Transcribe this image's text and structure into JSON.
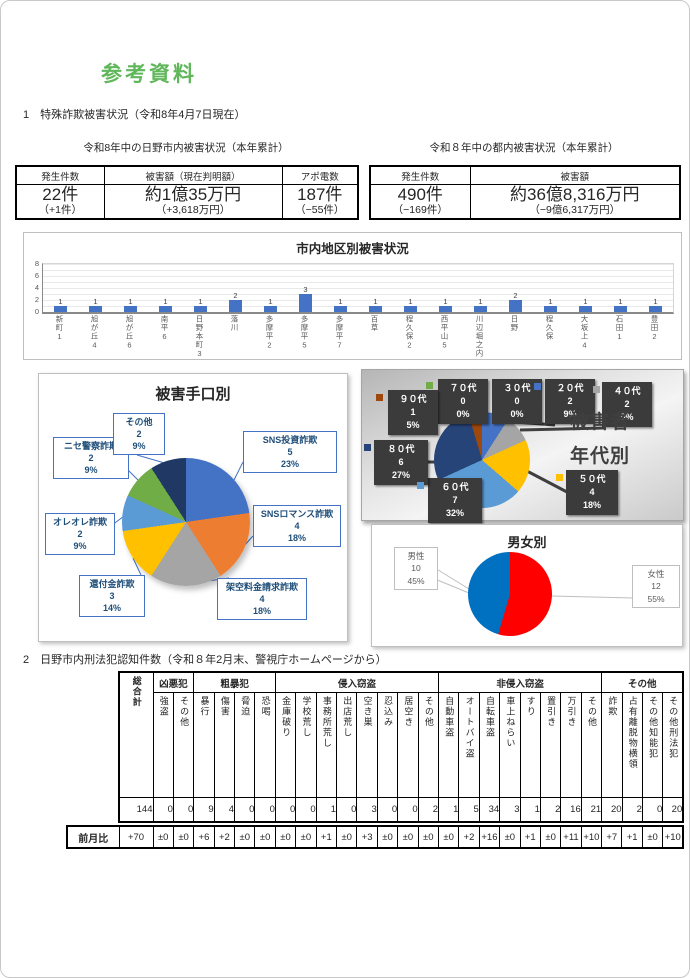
{
  "page": {
    "title": "参考資料"
  },
  "section1": {
    "heading": "1　特殊詐欺被害状況（令和8年4月7日現在）",
    "left_table": {
      "caption": "令和8年中の日野市内被害状況（本年累計）",
      "columns": [
        {
          "header": "発生件数",
          "main": "22件",
          "sub": "（+1件）"
        },
        {
          "header": "被害額（現在判明額）",
          "main": "約1億35万円",
          "sub": "（+3,618万円）"
        },
        {
          "header": "アポ電数",
          "main": "187件",
          "sub": "（−55件）"
        }
      ]
    },
    "right_table": {
      "caption": "令和８年中の都内被害状況（本年累計）",
      "columns": [
        {
          "header": "発生件数",
          "main": "490件",
          "sub": "（−169件）"
        },
        {
          "header": "被害額",
          "main": "約36億8,316万円",
          "sub": "（−9億6,317万円）"
        }
      ]
    }
  },
  "chart_data": [
    {
      "type": "bar",
      "title": "市内地区別被害状況",
      "categories": [
        "新町1",
        "旭が丘4",
        "旭が丘6",
        "南平6",
        "日野本町3",
        "落川",
        "多摩平2",
        "多摩平5",
        "多摩平7",
        "百草",
        "程久保2",
        "西平山5",
        "川辺堀之内",
        "日野",
        "程久保",
        "大坂上4",
        "石田1",
        "豊田2"
      ],
      "values": [
        1,
        1,
        1,
        1,
        1,
        2,
        1,
        3,
        1,
        1,
        1,
        1,
        1,
        2,
        1,
        1,
        1,
        1
      ],
      "xlabel": "",
      "ylabel": "",
      "ylim": [
        0,
        8
      ],
      "yticks": [
        0,
        2,
        4,
        6,
        8
      ],
      "grid": true,
      "bar_color": "#4472C4",
      "legend": "none"
    },
    {
      "type": "pie",
      "title": "被害手口別",
      "labels": [
        "SNS投資詐欺",
        "SNSロマンス詐欺",
        "架空料金請求詐欺",
        "還付金詐欺",
        "オレオレ詐欺",
        "ニセ警察詐欺",
        "その他"
      ],
      "values": [
        5,
        4,
        4,
        3,
        2,
        2,
        2
      ],
      "percents": [
        "23%",
        "18%",
        "18%",
        "14%",
        "9%",
        "9%",
        "9%"
      ],
      "colors": [
        "#4472C4",
        "#ED7D31",
        "#A5A5A5",
        "#FFC000",
        "#5B9BD5",
        "#70AD47",
        "#1F3864"
      ],
      "legend": "callout-boxes"
    },
    {
      "type": "pie",
      "title": "被害者年代別",
      "title_lines": [
        "被害者",
        "年代別"
      ],
      "labels": [
        "２０代",
        "３０代",
        "４０代",
        "５０代",
        "６０代",
        "７０代",
        "８０代",
        "９０代"
      ],
      "values": [
        2,
        0,
        2,
        4,
        7,
        0,
        6,
        1
      ],
      "percents": [
        "9%",
        "0%",
        "9%",
        "18%",
        "32%",
        "0%",
        "27%",
        "5%"
      ],
      "colors": [
        "#4472C4",
        "#ED7D31",
        "#A5A5A5",
        "#FFC000",
        "#5B9BD5",
        "#70AD47",
        "#264478",
        "#9E480E"
      ],
      "legend": "callout-boxes"
    },
    {
      "type": "pie",
      "title": "男女別",
      "labels": [
        "男性",
        "女性"
      ],
      "values": [
        10,
        12
      ],
      "percents": [
        "45%",
        "55%"
      ],
      "colors": [
        "#0070C0",
        "#FF0000"
      ],
      "start_with": "女性",
      "legend": "callout-boxes"
    }
  ],
  "section2": {
    "heading": "2　日野市内刑法犯認知件数（令和８年2月末、警視庁ホームページから）",
    "mom_label": "前月比",
    "total_column": {
      "label": "総合計",
      "value": "144",
      "mom": "+70"
    },
    "groups": [
      {
        "label": "凶悪犯",
        "span": 2
      },
      {
        "label": "粗暴犯",
        "span": 4
      },
      {
        "label": "侵入窃盗",
        "span": 8
      },
      {
        "label": "非侵入窃盗",
        "span": 8
      },
      {
        "label": "その他",
        "span": 4
      }
    ],
    "columns": [
      {
        "label": "強盗",
        "value": "0",
        "mom": "±0"
      },
      {
        "label": "その他",
        "value": "0",
        "mom": "±0"
      },
      {
        "label": "暴行",
        "value": "9",
        "mom": "+6"
      },
      {
        "label": "傷害",
        "value": "4",
        "mom": "+2"
      },
      {
        "label": "脅迫",
        "value": "0",
        "mom": "±0"
      },
      {
        "label": "恐喝",
        "value": "0",
        "mom": "±0"
      },
      {
        "label": "金庫破り",
        "value": "0",
        "mom": "±0"
      },
      {
        "label": "学校荒し",
        "value": "0",
        "mom": "±0"
      },
      {
        "label": "事務所荒し",
        "value": "1",
        "mom": "+1"
      },
      {
        "label": "出店荒し",
        "value": "0",
        "mom": "±0"
      },
      {
        "label": "空き巣",
        "value": "3",
        "mom": "+3"
      },
      {
        "label": "忍込み",
        "value": "0",
        "mom": "±0"
      },
      {
        "label": "居空き",
        "value": "0",
        "mom": "±0"
      },
      {
        "label": "その他",
        "value": "2",
        "mom": "±0"
      },
      {
        "label": "自動車盗",
        "value": "1",
        "mom": "±0"
      },
      {
        "label": "オートバイ盗",
        "value": "5",
        "mom": "+2"
      },
      {
        "label": "自転車盗",
        "value": "34",
        "mom": "+16"
      },
      {
        "label": "車上ねらい",
        "value": "3",
        "mom": "±0"
      },
      {
        "label": "すり",
        "value": "1",
        "mom": "+1"
      },
      {
        "label": "置引き",
        "value": "2",
        "mom": "±0"
      },
      {
        "label": "万引き",
        "value": "16",
        "mom": "+11"
      },
      {
        "label": "その他",
        "value": "21",
        "mom": "+10"
      },
      {
        "label": "詐欺",
        "value": "20",
        "mom": "+7"
      },
      {
        "label": "占有離脱物横領",
        "value": "2",
        "mom": "+1"
      },
      {
        "label": "その他知能犯",
        "value": "0",
        "mom": "±0"
      },
      {
        "label": "その他刑法犯",
        "value": "20",
        "mom": "+10"
      }
    ]
  }
}
